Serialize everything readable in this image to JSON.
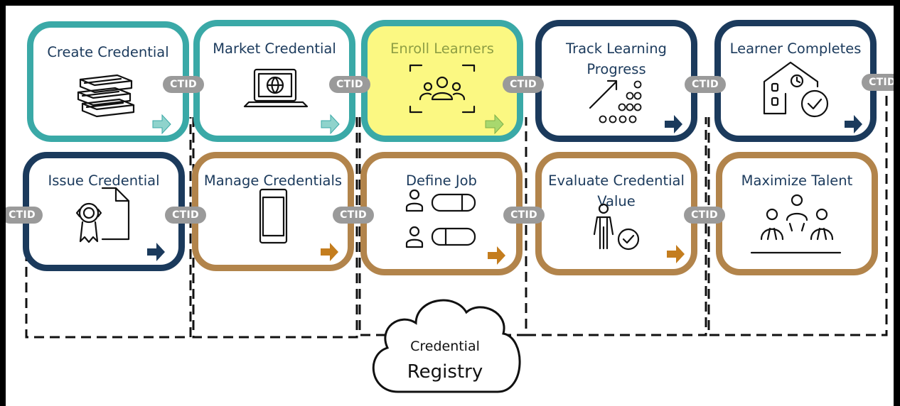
{
  "top_row": [
    {
      "title": "Create Credential",
      "color": "teal",
      "icon": "books-icon"
    },
    {
      "title": "Market Credential",
      "color": "teal",
      "icon": "laptop-globe-icon"
    },
    {
      "title": "Enroll Learners",
      "color": "teal",
      "highlight": "#fbf882",
      "icon": "group-people-icon"
    },
    {
      "title_lines": [
        "Track Learning",
        "Progress"
      ],
      "color": "navy",
      "icon": "progress-dots-icon"
    },
    {
      "title": "Learner Completes",
      "color": "navy",
      "icon": "building-clock-check-icon"
    }
  ],
  "bottom_row": [
    {
      "title": "Issue Credential",
      "color": "navy",
      "icon": "certificate-document-icon"
    },
    {
      "title": "Manage Credentials",
      "color": "brown",
      "icon": "smartphone-icon"
    },
    {
      "title": "Define Job",
      "color": "brown",
      "icon": "people-roles-icon"
    },
    {
      "title_lines": [
        "Evaluate Credential",
        "Value"
      ],
      "color": "brown",
      "icon": "person-check-icon"
    },
    {
      "title": "Maximize Talent",
      "color": "brown",
      "icon": "team-people-icon"
    }
  ],
  "connector_label": "CTID",
  "registry": {
    "line1": "Credential",
    "line2": "Registry"
  },
  "colors": {
    "teal": "#3aa9a7",
    "navy": "#1b3a5c",
    "brown": "#b2844b",
    "highlight": "#fbf882",
    "arrow_teal": "#8fd3cc",
    "arrow_navy": "#1b3a5c",
    "arrow_brown": "#c47d1e",
    "arrow_green": "#a8d86e",
    "connector_gray": "#9a9a9a"
  }
}
